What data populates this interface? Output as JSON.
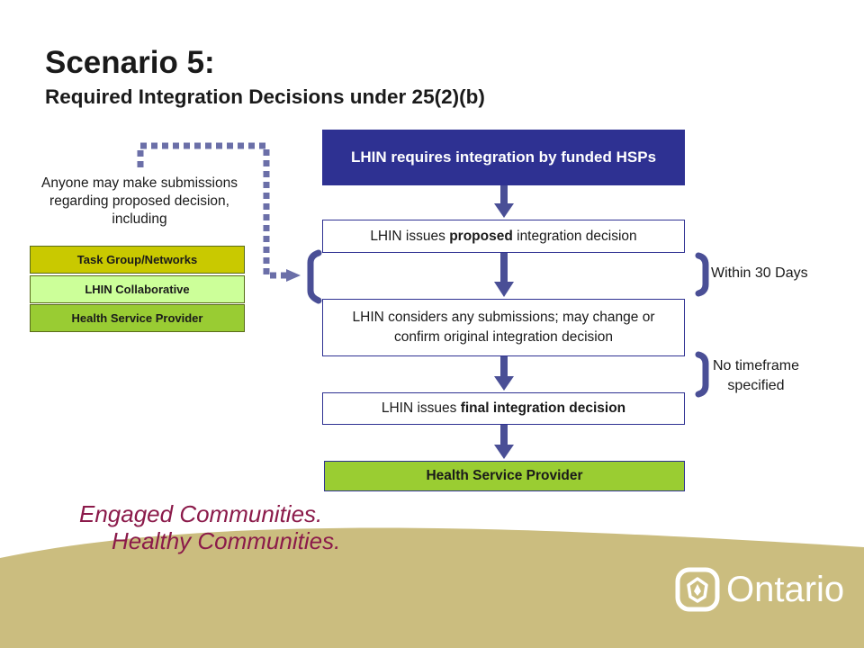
{
  "title": "Scenario 5:",
  "subtitle": "Required Integration Decisions under 25(2)(b)",
  "flow": {
    "top_box": "LHIN requires integration by funded HSPs",
    "step_proposed": {
      "pre": "LHIN issues ",
      "bold": "proposed",
      "post": " integration decision"
    },
    "step_consider": "LHIN considers any submissions; may change or confirm original integration decision",
    "step_final": {
      "pre": "LHIN issues ",
      "bold": "final integration decision"
    },
    "bottom_box": "Health Service Provider"
  },
  "submissions_note": "Anyone may make submissions regarding proposed decision, including",
  "legend": [
    "Task Group/Networks",
    "LHIN Collaborative",
    "Health Service Provider"
  ],
  "timeframes": {
    "within": "Within 30 Days",
    "none": "No timeframe specified"
  },
  "slogan": {
    "line1": "Engaged Communities.",
    "line2": "Healthy Communities."
  },
  "brand": {
    "name": "Ontario",
    "footer_color": "#cbbd7f",
    "accent_navy": "#2e3192",
    "arrow_color": "#4a4f96",
    "slogan_color": "#8b1a4a"
  }
}
